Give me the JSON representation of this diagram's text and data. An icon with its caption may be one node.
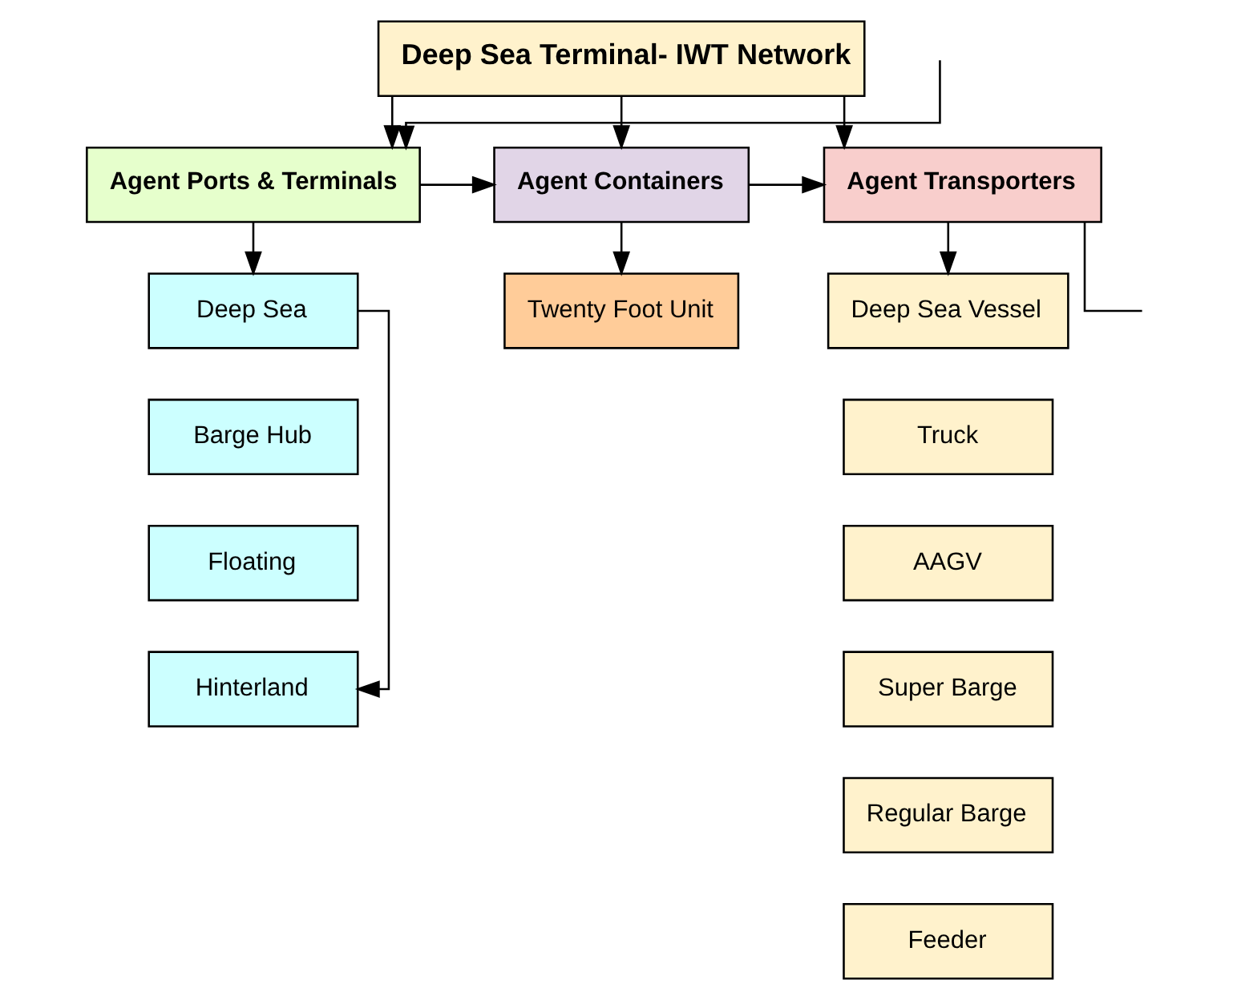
{
  "diagram": {
    "nodes": [
      {
        "text": [
          "Deep Sea Terminal- IWT Network"
        ]
      },
      {
        "text": [
          "Agent Ports & Terminals"
        ]
      },
      {
        "text": [
          "Agent Containers"
        ]
      },
      {
        "text": [
          "Agent Transporters"
        ]
      },
      {
        "text": [
          "Deep Sea"
        ]
      },
      {
        "text": [
          "Barge Hub"
        ]
      },
      {
        "text": [
          "Floating"
        ]
      },
      {
        "text": [
          "Hinterland"
        ]
      },
      {
        "text": [
          "Twenty Foot Unit"
        ]
      },
      {
        "text": [
          "Deep Sea Vessel"
        ]
      },
      {
        "text": [
          "Truck"
        ]
      },
      {
        "text": [
          "AAGV"
        ]
      },
      {
        "text": [
          "Super Barge"
        ]
      },
      {
        "text": [
          "Regular Barge"
        ]
      },
      {
        "text": [
          "Feeder"
        ]
      }
    ],
    "edges": [
      {
        "from": 0,
        "to": 1,
        "arrow": "to"
      },
      {
        "from": 0,
        "to": 2,
        "arrow": "to"
      },
      {
        "from": 0,
        "to": 3,
        "arrow": "to"
      },
      {
        "from": 1,
        "to": 2,
        "arrow": "to"
      },
      {
        "from": 2,
        "to": 3,
        "arrow": "to"
      },
      {
        "from": 3,
        "to": null,
        "arrow": "none"
      },
      {
        "from": null,
        "to": 1,
        "arrow": "to"
      },
      {
        "from": 1,
        "to": 4,
        "arrow": "to"
      },
      {
        "from": 2,
        "to": 8,
        "arrow": "to"
      },
      {
        "from": 3,
        "to": 9,
        "arrow": "to"
      },
      {
        "from": 4,
        "to": 7,
        "arrow": "to"
      }
    ]
  }
}
